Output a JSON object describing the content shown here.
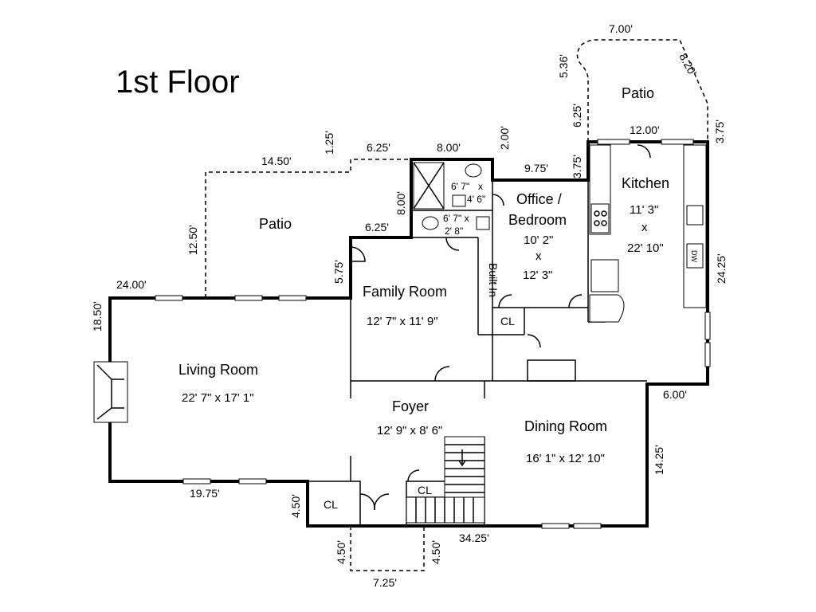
{
  "title": "1st Floor",
  "rooms": {
    "patio_left": "Patio",
    "patio_right": "Patio",
    "living_name": "Living Room",
    "living_size": "22' 7\" x 17' 1\"",
    "family_name": "Family Room",
    "family_size": "12' 7\" x 11' 9\"",
    "builtin": "Built In",
    "office_name_1": "Office /",
    "office_name_2": "Bedroom",
    "office_w": "10' 2\"",
    "office_x": "x",
    "office_h": "12' 3\"",
    "kitchen_name": "Kitchen",
    "kitchen_w": "11' 3\"",
    "kitchen_x": "x",
    "kitchen_h": "22' 10\"",
    "foyer_name": "Foyer",
    "foyer_size": "12' 9\" x 8' 6\"",
    "dining_name": "Dining Room",
    "dining_size": "16' 1\" x 12' 10\"",
    "bath1_w": "6' 7\"",
    "bath1_x": "x",
    "bath1_h": "4' 6\"",
    "bath2_w": "6' 7\" x",
    "bath2_h": "2' 8\"",
    "closet": "CL",
    "dishwasher": "DW"
  },
  "measurements": {
    "m_7_00": "7.00'",
    "m_5_36": "5.36'",
    "m_8_20": "8.20'",
    "m_6_25_a": "6.25'",
    "m_3_75_a": "3.75'",
    "m_12_00": "12.00'",
    "m_3_75_b": "3.75'",
    "m_9_75": "9.75'",
    "m_2_00": "2.00'",
    "m_8_00_a": "8.00'",
    "m_6_25_b": "6.25'",
    "m_1_25": "1.25'",
    "m_14_50": "14.50'",
    "m_8_00_b": "8.00'",
    "m_6_25_c": "6.25'",
    "m_12_50": "12.50'",
    "m_5_75": "5.75'",
    "m_24_00": "24.00'",
    "m_18_50": "18.50'",
    "m_24_25": "24.25'",
    "m_6_00": "6.00'",
    "m_14_25": "14.25'",
    "m_19_75": "19.75'",
    "m_4_50_a": "4.50'",
    "m_4_50_b": "4.50'",
    "m_4_50_c": "4.50'",
    "m_34_25": "34.25'",
    "m_7_25": "7.25'"
  }
}
